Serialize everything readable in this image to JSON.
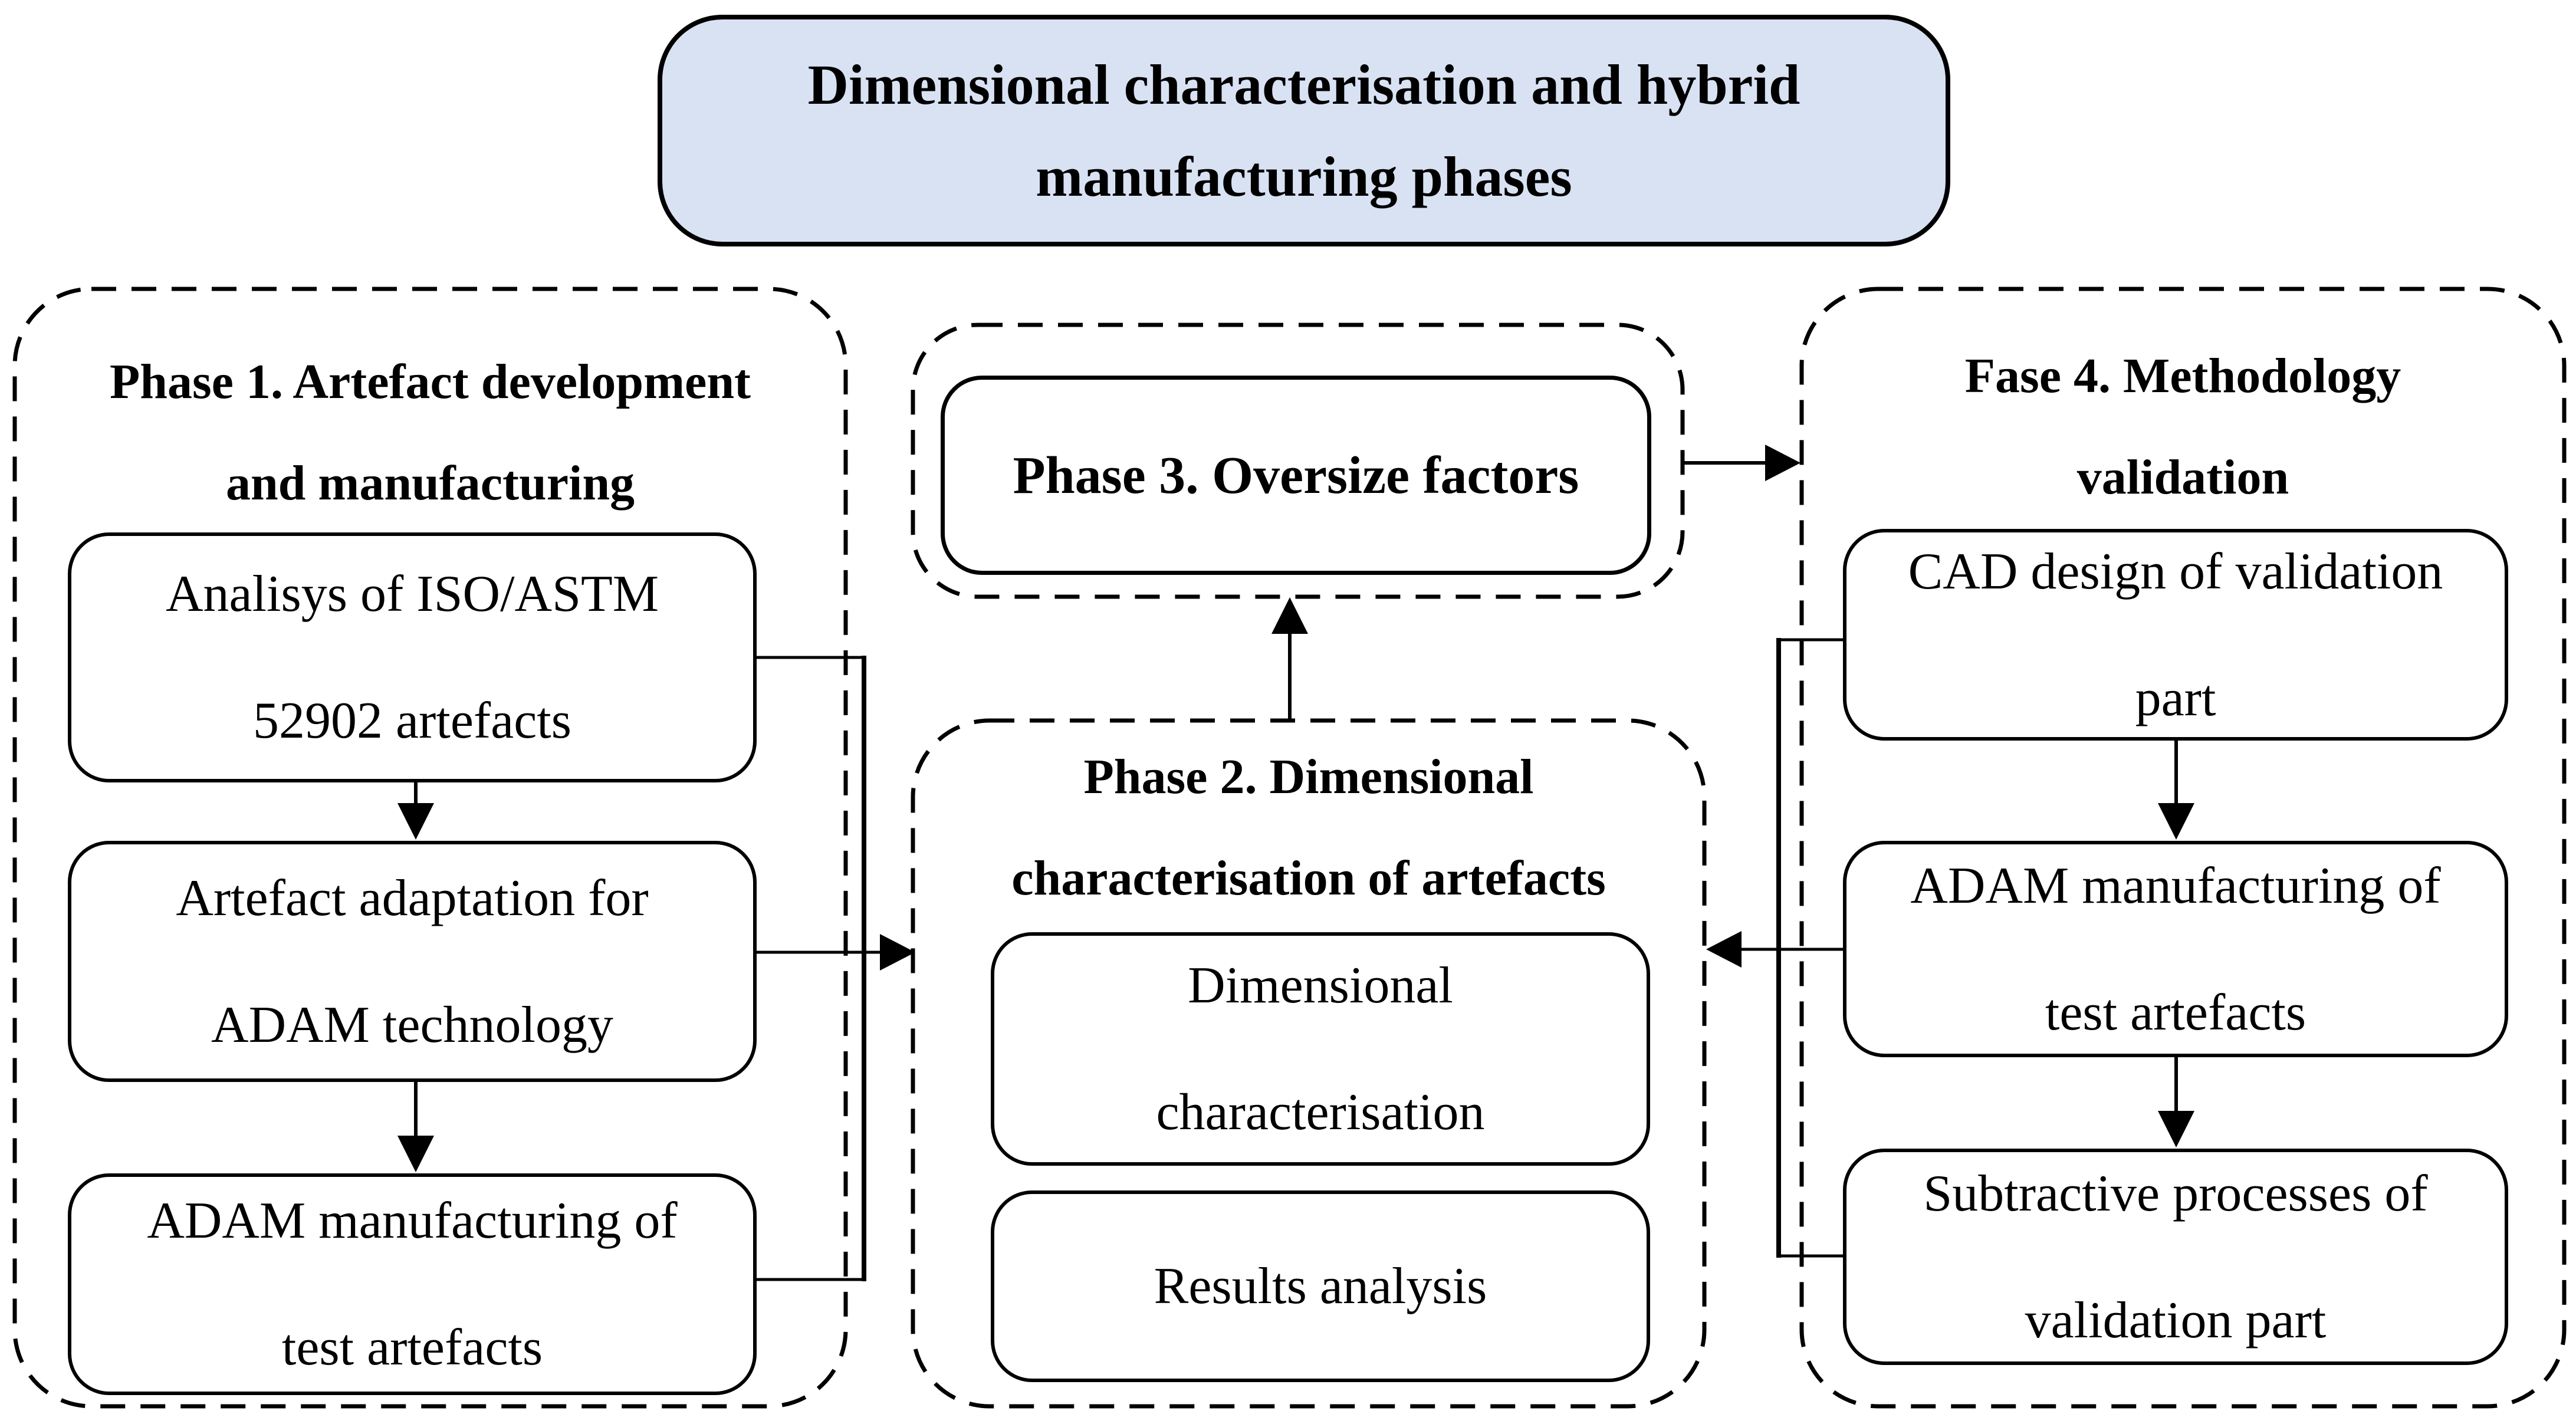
{
  "title": {
    "lines": [
      "Dimensional characterisation and hybrid",
      "manufacturing phases"
    ]
  },
  "phase1": {
    "header_lines": [
      "Phase 1. Artefact development",
      "and manufacturing"
    ],
    "boxes": [
      {
        "lines": [
          "Analisys of ISO/ASTM",
          "52902 artefacts"
        ]
      },
      {
        "lines": [
          "Artefact adaptation for",
          "ADAM technology"
        ]
      },
      {
        "lines": [
          "ADAM manufacturing of",
          "test artefacts"
        ]
      }
    ]
  },
  "phase2": {
    "header_lines": [
      "Phase 2. Dimensional",
      "characterisation of artefacts"
    ],
    "boxes": [
      {
        "lines": [
          "Dimensional",
          "characterisation"
        ]
      },
      {
        "lines": [
          "Results analysis"
        ]
      }
    ]
  },
  "phase3": {
    "box_lines": [
      "Phase 3. Oversize factors"
    ]
  },
  "phase4": {
    "header_lines": [
      "Fase 4. Methodology",
      "validation"
    ],
    "boxes": [
      {
        "lines": [
          "CAD design of validation",
          "part"
        ]
      },
      {
        "lines": [
          "ADAM manufacturing of",
          "test artefacts"
        ]
      },
      {
        "lines": [
          "Subtractive processes of",
          "validation part"
        ]
      }
    ]
  },
  "colors": {
    "title_fill": "#d9e2f3",
    "box_fill": "#ffffff",
    "line": "#000000",
    "text": "#000000"
  }
}
